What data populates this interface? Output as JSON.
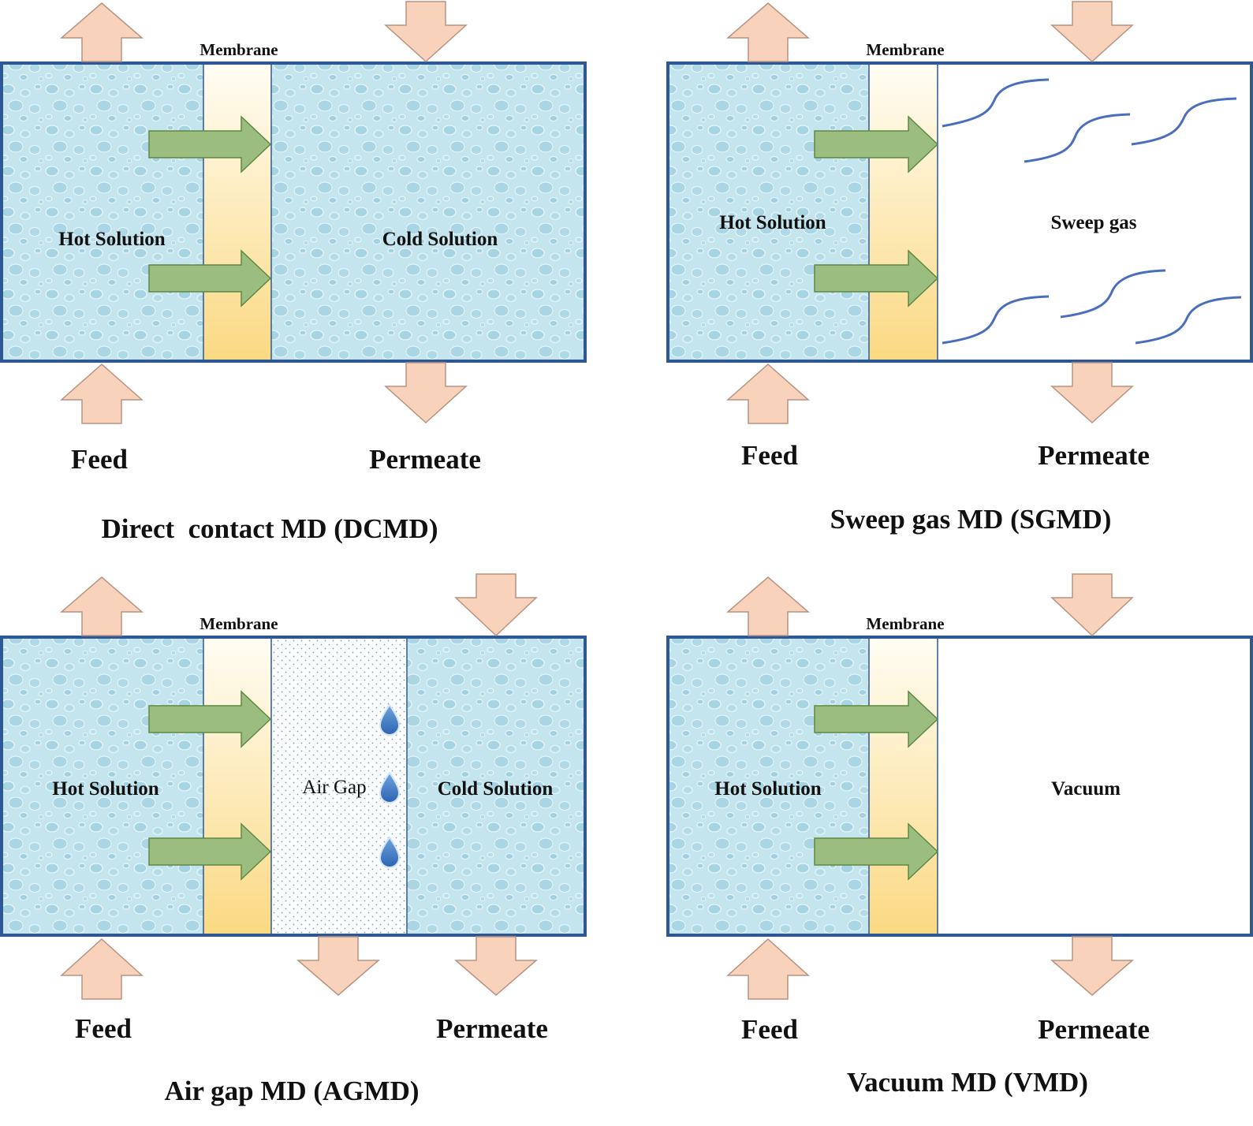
{
  "colors": {
    "frame": "#2e5893",
    "water_light": "#cde9f0",
    "water_dark": "#a9d6e4",
    "membrane_top": "#fffdf4",
    "membrane_bottom": "#fbd983",
    "flux_arrow_fill": "#9cbd80",
    "flux_arrow_stroke": "#5e8a44",
    "flow_arrow_fill": "#f9d2bc",
    "flow_arrow_stroke": "#b79481",
    "sweep_wave": "#4a6ebd",
    "droplet": "#3a78c9"
  },
  "panels": {
    "dcmd": {
      "membrane": "Membrane",
      "hot": "Hot Solution",
      "cold": "Cold Solution",
      "feed": "Feed",
      "permeate": "Permeate",
      "title": "Direct  contact MD (DCMD)"
    },
    "sgmd": {
      "membrane": "Membrane",
      "hot": "Hot Solution",
      "sweep": "Sweep gas",
      "feed": "Feed",
      "permeate": "Permeate",
      "title": "Sweep gas MD (SGMD)"
    },
    "agmd": {
      "membrane": "Membrane",
      "hot": "Hot Solution",
      "gap": "Air Gap",
      "cold": "Cold Solution",
      "feed": "Feed",
      "permeate": "Permeate",
      "title": "Air gap MD (AGMD)"
    },
    "vmd": {
      "membrane": "Membrane",
      "hot": "Hot Solution",
      "vacuum": "Vacuum",
      "feed": "Feed",
      "permeate": "Permeate",
      "title": "Vacuum MD (VMD)"
    }
  }
}
